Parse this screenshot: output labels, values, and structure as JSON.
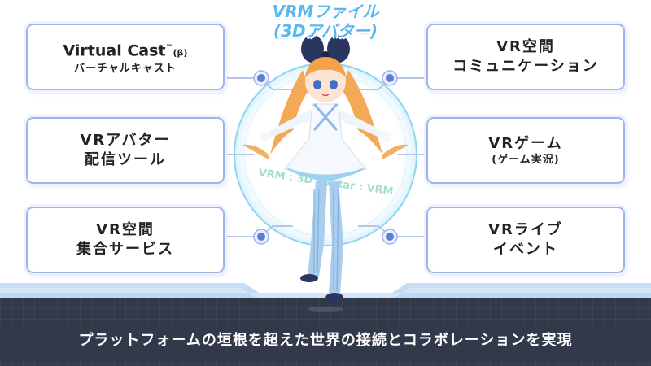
{
  "title": {
    "line1": "VRMファイル",
    "line2": "(3Dアバター)"
  },
  "left_boxes": [
    {
      "line1": "Virtual Cast",
      "sup": "™",
      "suffix": "(β)",
      "line2": "バーチャルキャスト"
    },
    {
      "line1": "VRアバター",
      "line2": "配信ツール"
    },
    {
      "line1": "VR空間",
      "line2": "集合サービス"
    }
  ],
  "right_boxes": [
    {
      "line1": "VR空間",
      "line2": "コミュニケーション"
    },
    {
      "line1": "VRゲーム",
      "line2": "(ゲーム実況)"
    },
    {
      "line1": "VRライブ",
      "line2": "イベント"
    }
  ],
  "ring_text": "VRM : 3D Avatar : VRM",
  "footer": "プラットフォームの垣根を超えた世界の接続とコラボレーションを実現",
  "colors": {
    "accent_blue": "#5ab8ee",
    "box_border": "#9db4ec",
    "connector_node": "#5b7fd8",
    "footer_bg": "#323a4a",
    "ring": "#8fd4f2"
  }
}
